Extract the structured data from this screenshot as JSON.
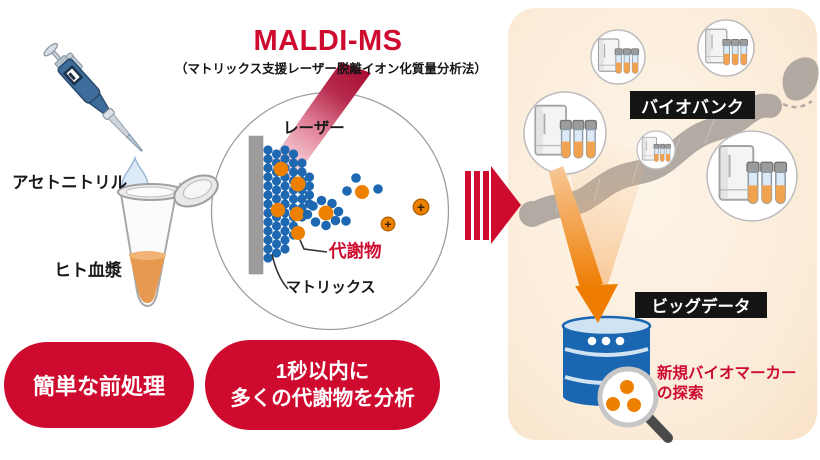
{
  "header": {
    "title": "MALDI-MS",
    "subtitle": "（マトリックス支援レーザー脱離イオン化質量分析法）"
  },
  "prep": {
    "reagent": "アセトニトリル",
    "sample": "ヒト血漿"
  },
  "maldi": {
    "laser": "レーザー",
    "metabolite": "代謝物",
    "matrix": "マトリックス",
    "ion_symbol": "+"
  },
  "badges": {
    "easy_prep": "簡単な前処理",
    "fast_line1": "1秒以内に",
    "fast_line2": "多くの代謝物を分析"
  },
  "biobank": {
    "label": "バイオバンク"
  },
  "bigdata": {
    "label": "ビッグデータ",
    "biomarker_line1": "新規バイオマーカー",
    "biomarker_line2": "の探索"
  },
  "colors": {
    "accent_red": "#ce0b2f",
    "matrix_blue": "#1e68b2",
    "metabolite_orange": "#ee8000",
    "database_blue": "#1a66b0",
    "panel_peach": "#f9e3c8",
    "label_black": "#141414"
  }
}
